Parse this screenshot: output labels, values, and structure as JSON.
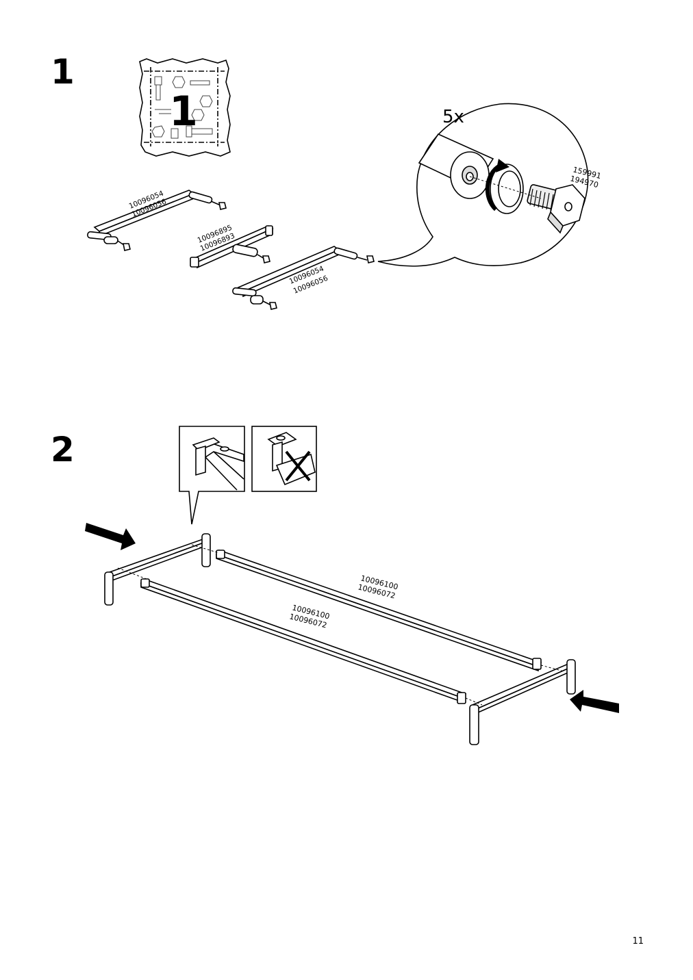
{
  "page_number": "11",
  "steps": [
    {
      "number": "1",
      "bag_number": "1",
      "quantity": "5x",
      "screw_ids": [
        "159991",
        "194970"
      ],
      "frame_end_left_ids": [
        "10096054",
        "10096056"
      ],
      "frame_middle_ids": [
        "10096895",
        "10096893"
      ],
      "frame_end_right_ids": [
        "10096054",
        "10096056"
      ]
    },
    {
      "number": "2",
      "rail_back_ids": [
        "10096100",
        "10096072"
      ],
      "rail_front_ids": [
        "10096100",
        "10096072"
      ]
    }
  ]
}
